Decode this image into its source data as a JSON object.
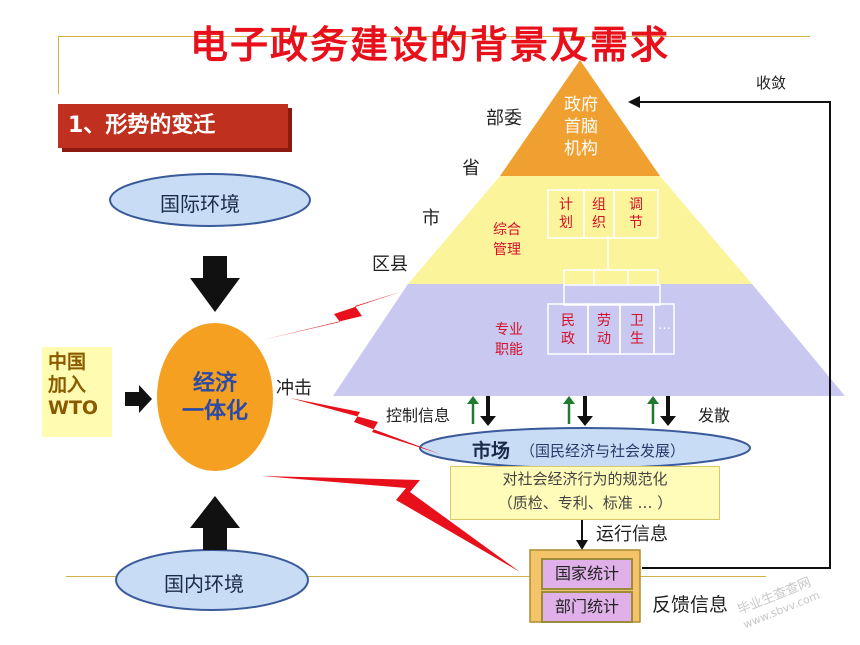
{
  "title": "电子政务建设的背景及需求",
  "section": {
    "number": "1、",
    "text": "形势的变迁"
  },
  "left": {
    "international": "国际环境",
    "domestic": "国内环境",
    "wto": "中国\n加入\nWTO",
    "center": "经济\n一体化",
    "impact": "冲击"
  },
  "pyramid": {
    "levels": [
      "部委",
      "省",
      "市",
      "区县"
    ],
    "top": "政府\n首脑\n机构",
    "middle_label": "综合\n管理",
    "middle_cells": [
      "计\n划",
      "组\n织",
      "调\n节"
    ],
    "bottom_label": "专业\n职能",
    "bottom_cells": [
      "民\n政",
      "劳\n动",
      "卫\n生"
    ],
    "ellipsis": "…",
    "colors": {
      "top": "#f0a030",
      "middle": "#fbf49a",
      "bottom": "#c8c8f0"
    }
  },
  "flows": {
    "converge": "收敛",
    "control": "控制信息",
    "dispatch": "发散",
    "run": "运行信息",
    "feedback": "反馈信息"
  },
  "market": {
    "title": "市场",
    "subtitle": "（国民经济与社会发展）",
    "box_line1": "对社会经济行为的规范化",
    "box_line2": "（质检、专利、标准 … ）"
  },
  "stats": {
    "national": "国家统计",
    "department": "部门统计"
  },
  "watermark": {
    "line1": "毕业生查查网",
    "line2": "www.sbvv.com"
  }
}
